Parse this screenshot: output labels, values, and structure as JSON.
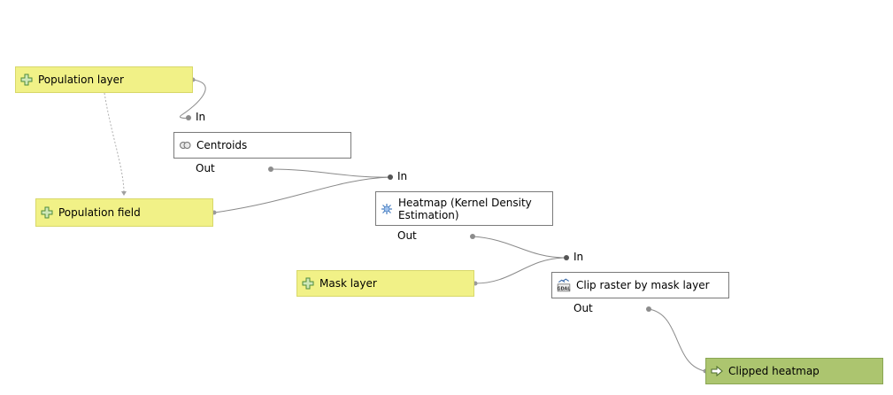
{
  "inputs": {
    "population_layer": "Population layer",
    "population_field": "Population field",
    "mask_layer": "Mask layer"
  },
  "algorithms": {
    "centroids": {
      "title": "Centroids",
      "in": "In",
      "out": "Out"
    },
    "heatmap": {
      "title": "Heatmap (Kernel Density Estimation)",
      "in": "In",
      "out": "Out"
    },
    "clip": {
      "title": "Clip raster by mask layer",
      "in": "In",
      "out": "Out"
    }
  },
  "outputs": {
    "clipped_heatmap": "Clipped heatmap"
  },
  "icons": {
    "input": "plus-icon",
    "centroids": "centroids-icon",
    "heatmap": "heatmap-icon",
    "clip": "gdal-icon",
    "output": "arrow-right-icon"
  },
  "colors": {
    "input_fill": "#f1f187",
    "output_fill": "#acc56f",
    "algorithm_fill": "#ffffff",
    "link": "#8a8a8a"
  }
}
